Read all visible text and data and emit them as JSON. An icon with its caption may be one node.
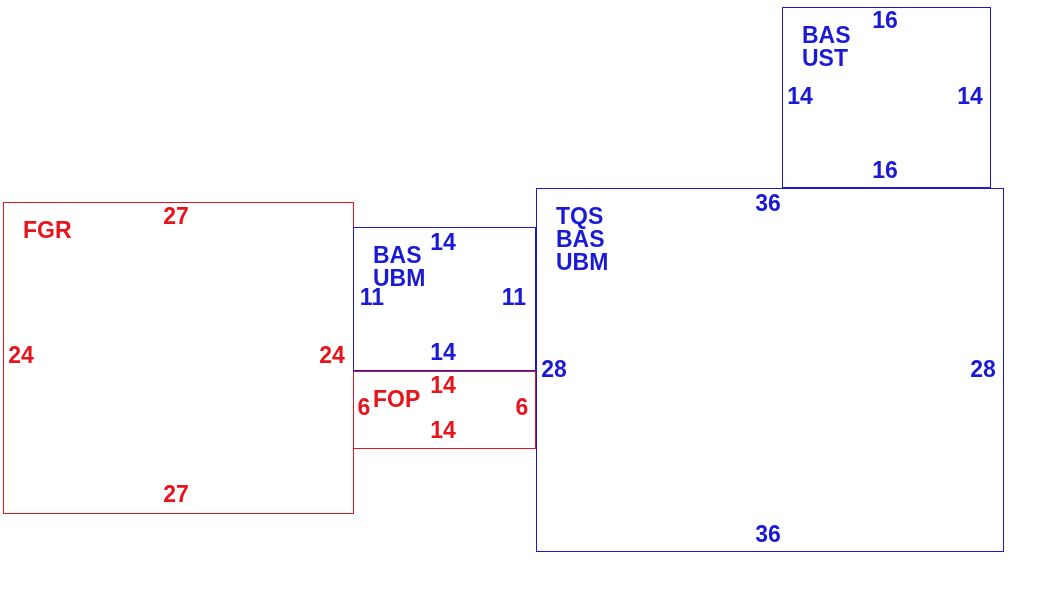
{
  "diagram": {
    "nodes": [
      {
        "text": [
          "FGR"
        ]
      },
      {
        "text": [
          "BAS UBM"
        ]
      },
      {
        "text": [
          "FOP"
        ]
      },
      {
        "text": [
          "TQS BAS UBM"
        ]
      },
      {
        "text": [
          "BAS UST"
        ]
      }
    ],
    "labels": [
      "16",
      "14",
      "14",
      "16",
      "36",
      "27",
      "14",
      "11",
      "11",
      "24",
      "24",
      "14",
      "28",
      "28",
      "14",
      "6",
      "6",
      "14",
      "27",
      "36"
    ]
  }
}
